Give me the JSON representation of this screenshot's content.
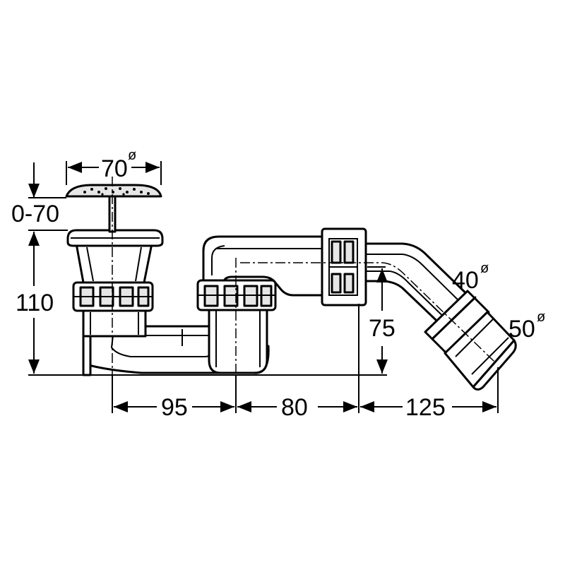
{
  "dimensions": {
    "cap_diameter": "70",
    "stroke_range": "0-70",
    "height": "110",
    "offset_1": "95",
    "offset_2": "80",
    "offset_3": "125",
    "outlet_height": "75",
    "outlet_diameter_inner": "40",
    "outlet_diameter_outer": "50",
    "diameter_symbol": "ø"
  }
}
